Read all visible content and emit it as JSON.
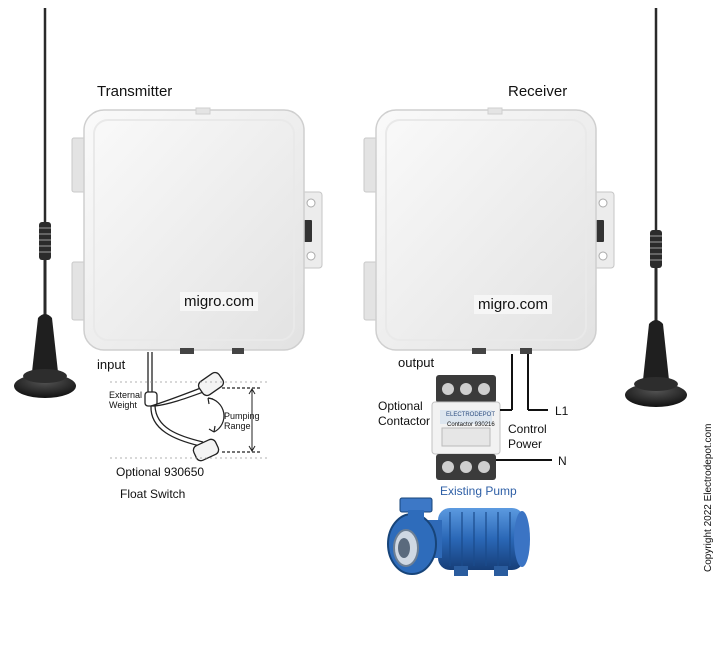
{
  "labels": {
    "transmitter": "Transmitter",
    "receiver": "Receiver",
    "input": "input",
    "output": "output",
    "brand_left": "migro.com",
    "brand_right": "migro.com",
    "optional_contactor": [
      "Optional",
      "Contactor"
    ],
    "control_power": [
      "Control",
      "Power"
    ],
    "l1": "L1",
    "n": "N",
    "existing_pump": "Existing Pump",
    "optional_float": "Optional 930650",
    "float_switch": "Float Switch",
    "external_weight": [
      "External",
      "Weight"
    ],
    "pumping_range": [
      "Pumping",
      "Range"
    ],
    "contactor_face": "Contactor 930216",
    "contactor_brand": "ELECTRODEPOT",
    "copyright": "Copyright 2022 Electrodepot.com"
  },
  "icons": {
    "left_antenna": "antenna-icon",
    "right_antenna": "antenna-icon",
    "transmitter_box": "enclosure-icon",
    "receiver_box": "enclosure-icon",
    "float_switch": "float-switch-icon",
    "contactor": "contactor-icon",
    "pump": "pump-icon"
  },
  "colors": {
    "enclosure": "#f0f0f0",
    "antenna": "#1e1e1e",
    "pump_blue": "#2a67b6",
    "wire": "#111111"
  }
}
